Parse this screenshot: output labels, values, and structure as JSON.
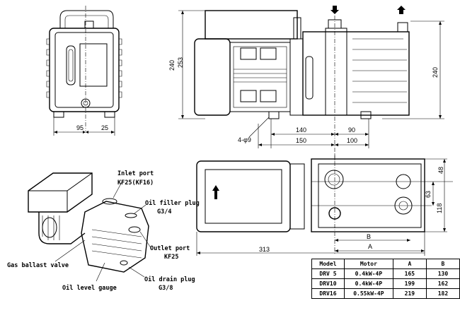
{
  "front_view": {
    "dims": {
      "width_a": "95",
      "width_b": "25",
      "height": "253"
    }
  },
  "side_view": {
    "dims": {
      "height_right": "240",
      "d140": "140",
      "d90": "90",
      "d150": "150",
      "d100": "100"
    },
    "mount_holes": "4-φ9"
  },
  "top_view": {
    "dims": {
      "d48": "48",
      "d63": "63",
      "d118": "118",
      "total": "313",
      "B": "B",
      "A": "A"
    }
  },
  "labels": {
    "inlet_port": "Inlet port",
    "inlet_port_spec": "KF25(KF16)",
    "oil_filler_plug": "Oil filler plug",
    "oil_filler_spec": "G3/4",
    "outlet_port": "Outlet port",
    "outlet_port_spec": "KF25",
    "gas_ballast": "Gas ballast valve",
    "oil_level": "Oil level gauge",
    "oil_drain_plug": "Oil drain plug",
    "oil_drain_spec": "G3/8"
  },
  "table": {
    "headers": [
      "Model",
      "Motor",
      "A",
      "B"
    ],
    "rows": [
      [
        "DRV 5",
        "0.4kW-4P",
        "165",
        "130"
      ],
      [
        "DRV10",
        "0.4kW-4P",
        "199",
        "162"
      ],
      [
        "DRV16",
        "0.55kW-4P",
        "219",
        "182"
      ]
    ]
  }
}
